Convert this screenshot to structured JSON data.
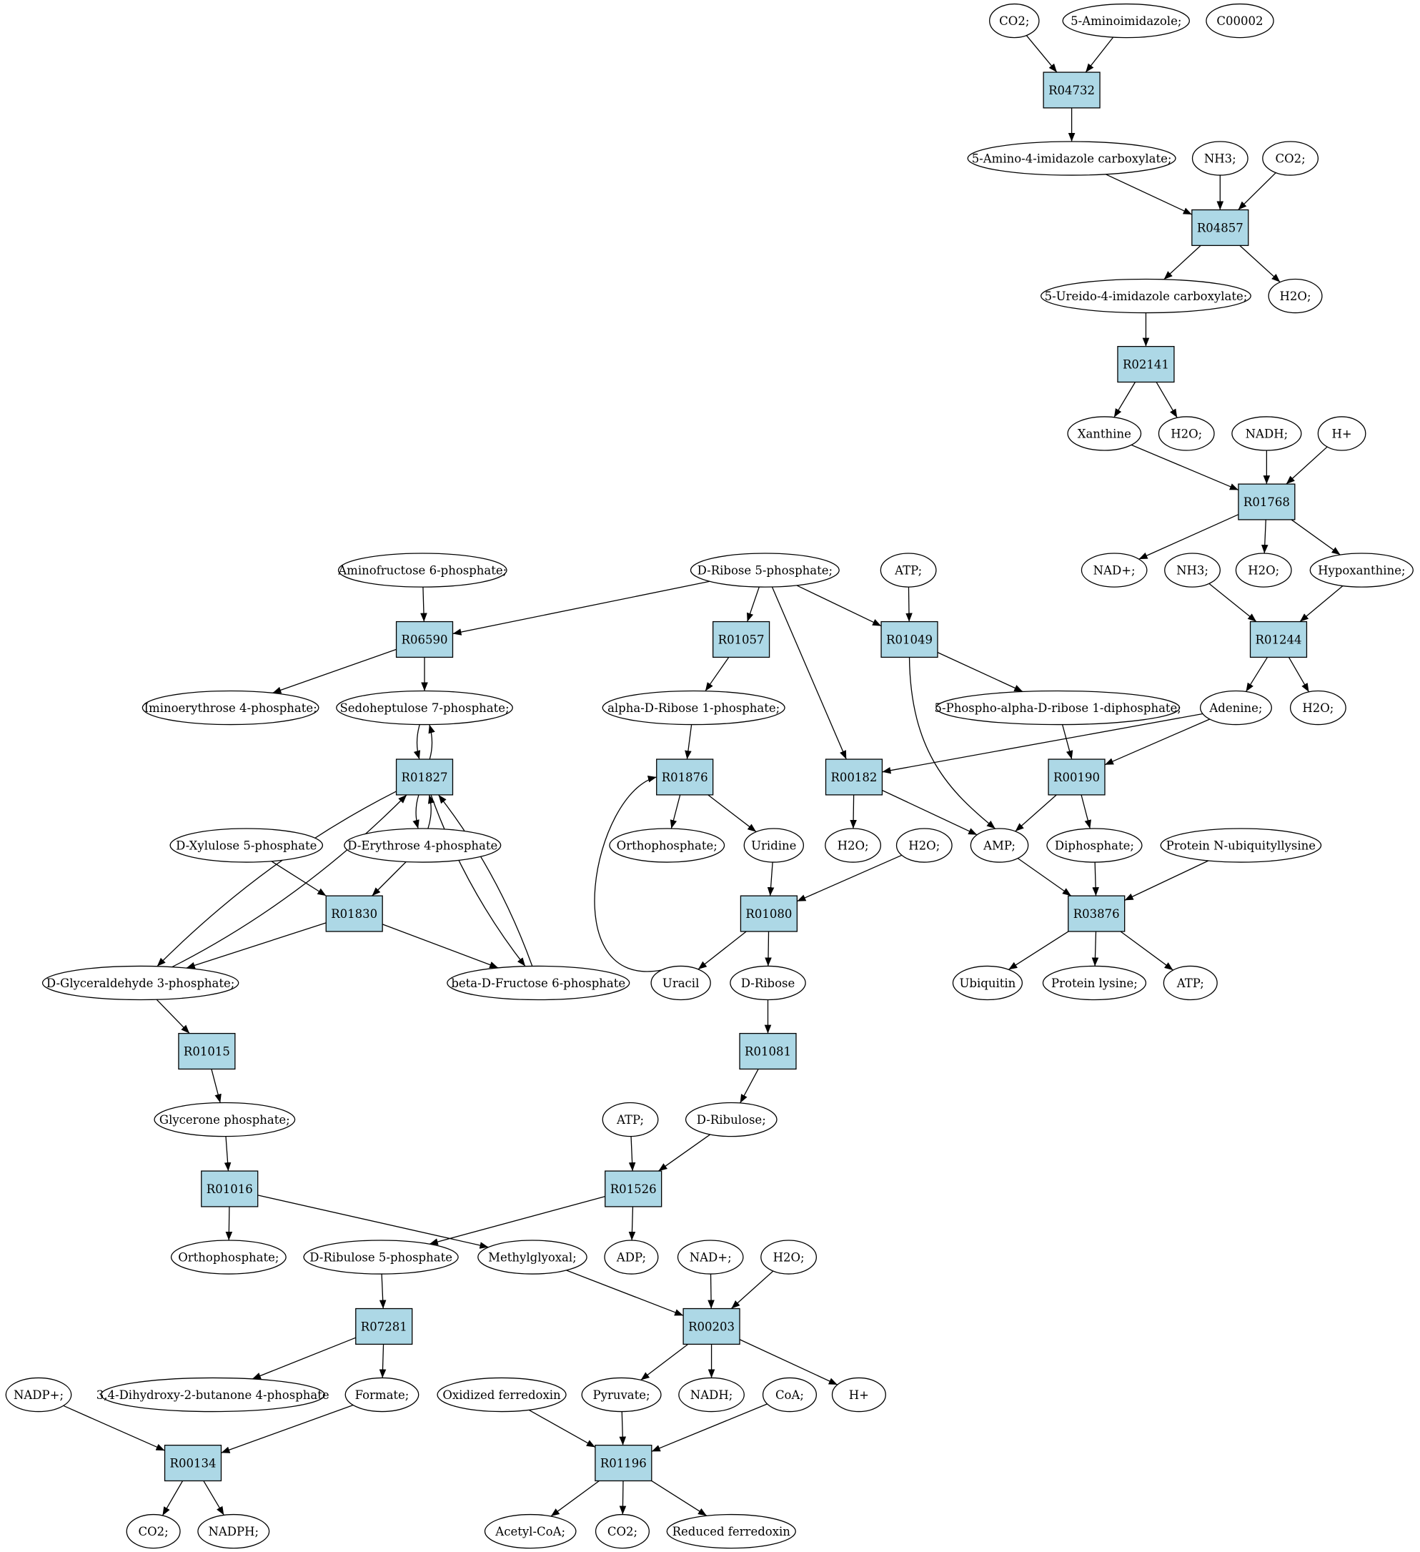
{
  "colors": {
    "reaction_fill": "#add8e6",
    "compound_fill": "#ffffff",
    "highlight_green": "#00ff00",
    "highlight_yellow": "#ffff00",
    "stroke": "#000000"
  },
  "reactions": [
    {
      "id": "r04732",
      "label": "R04732"
    },
    {
      "id": "r04857",
      "label": "R04857"
    },
    {
      "id": "r02141",
      "label": "R02141"
    },
    {
      "id": "r01768",
      "label": "R01768"
    },
    {
      "id": "r01244",
      "label": "R01244"
    },
    {
      "id": "r06590",
      "label": "R06590"
    },
    {
      "id": "r01057",
      "label": "R01057"
    },
    {
      "id": "r01049",
      "label": "R01049"
    },
    {
      "id": "r01827",
      "label": "R01827"
    },
    {
      "id": "r01876",
      "label": "R01876"
    },
    {
      "id": "r00182",
      "label": "R00182"
    },
    {
      "id": "r00190",
      "label": "R00190"
    },
    {
      "id": "r01830",
      "label": "R01830"
    },
    {
      "id": "r01080",
      "label": "R01080"
    },
    {
      "id": "r03876",
      "label": "R03876"
    },
    {
      "id": "r01015",
      "label": "R01015"
    },
    {
      "id": "r01081",
      "label": "R01081"
    },
    {
      "id": "r01016",
      "label": "R01016"
    },
    {
      "id": "r01526",
      "label": "R01526"
    },
    {
      "id": "r07281",
      "label": "R07281"
    },
    {
      "id": "r00203",
      "label": "R00203"
    },
    {
      "id": "r00134",
      "label": "R00134"
    },
    {
      "id": "r01196",
      "label": "R01196"
    }
  ],
  "compounds": [
    {
      "id": "c_co2_top",
      "label": "CO2;"
    },
    {
      "id": "c_5aminoimidazole",
      "label": "5-Aminoimidazole;"
    },
    {
      "id": "c_c00002",
      "label": "C00002",
      "highlight": "yellow"
    },
    {
      "id": "c_5amino4imid",
      "label": "5-Amino-4-imidazole carboxylate;"
    },
    {
      "id": "c_nh3_a",
      "label": "NH3;"
    },
    {
      "id": "c_co2_b",
      "label": "CO2;"
    },
    {
      "id": "c_5ureido",
      "label": "5-Ureido-4-imidazole carboxylate;"
    },
    {
      "id": "c_h2o_a",
      "label": "H2O;"
    },
    {
      "id": "c_xanthine",
      "label": "Xanthine"
    },
    {
      "id": "c_h2o_b",
      "label": "H2O;"
    },
    {
      "id": "c_nadh_a",
      "label": "NADH;"
    },
    {
      "id": "c_hplus_a",
      "label": "H+"
    },
    {
      "id": "c_nadplus_a",
      "label": "NAD+;"
    },
    {
      "id": "c_nh3_b",
      "label": "NH3;"
    },
    {
      "id": "c_h2o_c",
      "label": "H2O;"
    },
    {
      "id": "c_hypoxanthine",
      "label": "Hypoxanthine;"
    },
    {
      "id": "c_aminofructose",
      "label": "Aminofructose 6-phosphate;"
    },
    {
      "id": "c_dribose5p",
      "label": "D-Ribose 5-phosphate;",
      "highlight": "green"
    },
    {
      "id": "c_atp_a",
      "label": "ATP;"
    },
    {
      "id": "c_iminoerythrose",
      "label": "Iminoerythrose 4-phosphate;"
    },
    {
      "id": "c_sedoheptulose",
      "label": "Sedoheptulose 7-phosphate;"
    },
    {
      "id": "c_alphadribose1p",
      "label": "alpha-D-Ribose 1-phosphate;"
    },
    {
      "id": "c_5phosphoribose",
      "label": "5-Phospho-alpha-D-ribose 1-diphosphate;"
    },
    {
      "id": "c_adenine",
      "label": "Adenine;"
    },
    {
      "id": "c_h2o_d",
      "label": "H2O;"
    },
    {
      "id": "c_dxylulose",
      "label": "D-Xylulose 5-phosphate"
    },
    {
      "id": "c_derythrose",
      "label": "D-Erythrose 4-phosphate"
    },
    {
      "id": "c_orthophosphate_a",
      "label": "Orthophosphate;"
    },
    {
      "id": "c_uridine",
      "label": "Uridine"
    },
    {
      "id": "c_h2o_e",
      "label": "H2O;"
    },
    {
      "id": "c_h2o_f",
      "label": "H2O;"
    },
    {
      "id": "c_amp",
      "label": "AMP;"
    },
    {
      "id": "c_diphosphate",
      "label": "Diphosphate;"
    },
    {
      "id": "c_proteinnubq",
      "label": "Protein N-ubiquityllysine"
    },
    {
      "id": "c_dglyceraldehyde",
      "label": "D-Glyceraldehyde 3-phosphate;"
    },
    {
      "id": "c_betadfructose",
      "label": "beta-D-Fructose 6-phosphate"
    },
    {
      "id": "c_uracil",
      "label": "Uracil"
    },
    {
      "id": "c_dribose",
      "label": "D-Ribose"
    },
    {
      "id": "c_ubiquitin",
      "label": "Ubiquitin"
    },
    {
      "id": "c_proteinlysine",
      "label": "Protein lysine;"
    },
    {
      "id": "c_atp_b",
      "label": "ATP;"
    },
    {
      "id": "c_glycerone",
      "label": "Glycerone phosphate;"
    },
    {
      "id": "c_atp_c",
      "label": "ATP;"
    },
    {
      "id": "c_dribulose",
      "label": "D-Ribulose;"
    },
    {
      "id": "c_orthophosphate_b",
      "label": "Orthophosphate;"
    },
    {
      "id": "c_dribulose5p",
      "label": "D-Ribulose 5-phosphate"
    },
    {
      "id": "c_methylglyoxal",
      "label": "Methylglyoxal;"
    },
    {
      "id": "c_adp",
      "label": "ADP;"
    },
    {
      "id": "c_nadplus_b",
      "label": "NAD+;"
    },
    {
      "id": "c_h2o_g",
      "label": "H2O;"
    },
    {
      "id": "c_nadpplus",
      "label": "NADP+;"
    },
    {
      "id": "c_dihydroxybutanone",
      "label": "3,4-Dihydroxy-2-butanone 4-phosphate"
    },
    {
      "id": "c_formate",
      "label": "Formate;"
    },
    {
      "id": "c_oxferredoxin",
      "label": "Oxidized ferredoxin"
    },
    {
      "id": "c_pyruvate",
      "label": "Pyruvate;"
    },
    {
      "id": "c_nadh_b",
      "label": "NADH;"
    },
    {
      "id": "c_coa",
      "label": "CoA;"
    },
    {
      "id": "c_hplus_b",
      "label": "H+"
    },
    {
      "id": "c_co2_c",
      "label": "CO2;"
    },
    {
      "id": "c_nadph",
      "label": "NADPH;"
    },
    {
      "id": "c_acetylcoa",
      "label": "Acetyl-CoA;"
    },
    {
      "id": "c_co2_d",
      "label": "CO2;"
    },
    {
      "id": "c_redferredoxin",
      "label": "Reduced ferredoxin"
    }
  ],
  "edges": [
    [
      "c_co2_top",
      "r04732"
    ],
    [
      "c_5aminoimidazole",
      "r04732"
    ],
    [
      "r04732",
      "c_5amino4imid"
    ],
    [
      "c_5amino4imid",
      "r04857"
    ],
    [
      "c_nh3_a",
      "r04857"
    ],
    [
      "c_co2_b",
      "r04857"
    ],
    [
      "r04857",
      "c_5ureido"
    ],
    [
      "r04857",
      "c_h2o_a"
    ],
    [
      "c_5ureido",
      "r02141"
    ],
    [
      "r02141",
      "c_xanthine"
    ],
    [
      "r02141",
      "c_h2o_b"
    ],
    [
      "c_xanthine",
      "r01768"
    ],
    [
      "c_nadh_a",
      "r01768"
    ],
    [
      "c_hplus_a",
      "r01768"
    ],
    [
      "r01768",
      "c_nadplus_a"
    ],
    [
      "r01768",
      "c_h2o_c"
    ],
    [
      "r01768",
      "c_hypoxanthine"
    ],
    [
      "c_nh3_b",
      "r01244"
    ],
    [
      "c_hypoxanthine",
      "r01244"
    ],
    [
      "r01244",
      "c_adenine"
    ],
    [
      "r01244",
      "c_h2o_d"
    ],
    [
      "c_aminofructose",
      "r06590"
    ],
    [
      "c_dribose5p",
      "r06590"
    ],
    [
      "r06590",
      "c_iminoerythrose"
    ],
    [
      "r06590",
      "c_sedoheptulose"
    ],
    [
      "c_dribose5p",
      "r01057"
    ],
    [
      "r01057",
      "c_alphadribose1p"
    ],
    [
      "c_dribose5p",
      "r01049"
    ],
    [
      "c_atp_a",
      "r01049"
    ],
    [
      "r01049",
      "c_5phosphoribose"
    ],
    [
      "r01049",
      "c_amp"
    ],
    [
      "c_dribose5p",
      "r00182"
    ],
    [
      "c_adenine",
      "r00182"
    ],
    [
      "c_adenine",
      "r00190"
    ],
    [
      "c_5phosphoribose",
      "r00190"
    ],
    [
      "r00182",
      "c_h2o_e"
    ],
    [
      "r00182",
      "c_amp"
    ],
    [
      "r00190",
      "c_amp"
    ],
    [
      "r00190",
      "c_diphosphate"
    ],
    [
      "c_alphadribose1p",
      "r01876"
    ],
    [
      "r01876",
      "c_orthophosphate_a"
    ],
    [
      "r01876",
      "c_uridine"
    ],
    [
      "c_uracil",
      "r01876"
    ],
    [
      "c_uridine",
      "r01080"
    ],
    [
      "c_h2o_f",
      "r01080"
    ],
    [
      "r01080",
      "c_uracil"
    ],
    [
      "r01080",
      "c_dribose"
    ],
    [
      "c_amp",
      "r03876"
    ],
    [
      "c_diphosphate",
      "r03876"
    ],
    [
      "c_proteinnubq",
      "r03876"
    ],
    [
      "r03876",
      "c_ubiquitin"
    ],
    [
      "r03876",
      "c_proteinlysine"
    ],
    [
      "r03876",
      "c_atp_b"
    ],
    [
      "c_sedoheptulose",
      "r01827"
    ],
    [
      "r01827",
      "c_sedoheptulose"
    ],
    [
      "c_derythrose",
      "r01827"
    ],
    [
      "r01827",
      "c_derythrose"
    ],
    [
      "c_dglyceraldehyde",
      "r01827"
    ],
    [
      "r01827",
      "c_dglyceraldehyde"
    ],
    [
      "c_betadfructose",
      "r01827"
    ],
    [
      "r01827",
      "c_betadfructose"
    ],
    [
      "c_dxylulose",
      "r01830"
    ],
    [
      "c_derythrose",
      "r01830"
    ],
    [
      "r01830",
      "c_dglyceraldehyde"
    ],
    [
      "r01830",
      "c_betadfructose"
    ],
    [
      "c_dglyceraldehyde",
      "r01015"
    ],
    [
      "r01015",
      "c_glycerone"
    ],
    [
      "c_glycerone",
      "r01016"
    ],
    [
      "r01016",
      "c_orthophosphate_b"
    ],
    [
      "r01016",
      "c_methylglyoxal"
    ],
    [
      "c_dribose",
      "r01081"
    ],
    [
      "r01081",
      "c_dribulose"
    ],
    [
      "c_atp_c",
      "r01526"
    ],
    [
      "c_dribulose",
      "r01526"
    ],
    [
      "r01526",
      "c_dribulose5p"
    ],
    [
      "r01526",
      "c_adp"
    ],
    [
      "c_dribulose5p",
      "r07281"
    ],
    [
      "r07281",
      "c_dihydroxybutanone"
    ],
    [
      "r07281",
      "c_formate"
    ],
    [
      "c_methylglyoxal",
      "r00203"
    ],
    [
      "c_nadplus_b",
      "r00203"
    ],
    [
      "c_h2o_g",
      "r00203"
    ],
    [
      "r00203",
      "c_pyruvate"
    ],
    [
      "r00203",
      "c_nadh_b"
    ],
    [
      "r00203",
      "c_hplus_b"
    ],
    [
      "c_nadpplus",
      "r00134"
    ],
    [
      "c_formate",
      "r00134"
    ],
    [
      "r00134",
      "c_co2_c"
    ],
    [
      "r00134",
      "c_nadph"
    ],
    [
      "c_oxferredoxin",
      "r01196"
    ],
    [
      "c_pyruvate",
      "r01196"
    ],
    [
      "c_coa",
      "r01196"
    ],
    [
      "r01196",
      "c_acetylcoa"
    ],
    [
      "r01196",
      "c_co2_d"
    ],
    [
      "r01196",
      "c_redferredoxin"
    ]
  ]
}
